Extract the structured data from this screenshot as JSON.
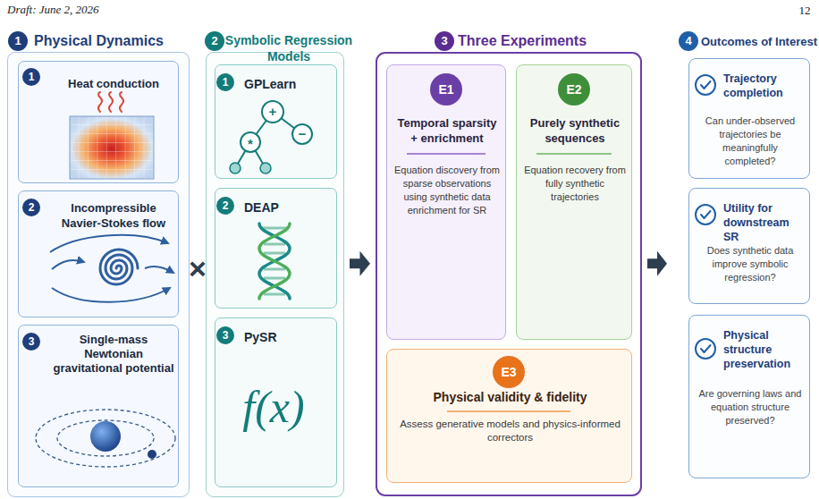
{
  "diagram": {
    "nodes": [
      {
        "text": [
          "Physical Dynamics"
        ]
      },
      {
        "text": [
          "Heat conduction"
        ],
        "in": 0
      },
      {
        "text": [
          "Incompressible Navier-Stokes flow"
        ],
        "in": 0
      },
      {
        "text": [
          "Single-mass Newtonian gravitational potential"
        ],
        "in": 0
      },
      {
        "text": [
          "Symbolic Regression Models"
        ]
      },
      {
        "text": [
          "GPLearn"
        ],
        "in": 4
      },
      {
        "text": [
          "DEAP"
        ],
        "in": 4
      },
      {
        "text": [
          "PySR"
        ],
        "in": 4
      },
      {
        "text": [
          "Three Experiments"
        ]
      },
      {
        "text": [
          "Temporal sparsity + enrichment",
          "Equation discovery from sparse observations using synthetic data enrichment for SR"
        ],
        "in": 8
      },
      {
        "text": [
          "Purely synthetic sequences",
          "Equation recovery from fully synthetic trajectories"
        ],
        "in": 8
      },
      {
        "text": [
          "Physical validity & fidelity",
          "Assess generative models and physics-informed correctors"
        ],
        "in": 8
      },
      {
        "text": [
          "Outcomes of Interest"
        ]
      },
      {
        "text": [
          "Trajectory completion",
          "Can under-observed trajectories be meaningfully completed?"
        ],
        "in": 12
      },
      {
        "text": [
          "Utility for downstream SR",
          "Does synthetic data improve symbolic regression?"
        ],
        "in": 12
      },
      {
        "text": [
          "Physical structure preservation",
          "Are governing laws and equation structure preserved?"
        ],
        "in": 12
      }
    ],
    "edges": [
      {
        "from": 4,
        "to": 8,
        "arrow": "to"
      },
      {
        "from": 8,
        "to": 12,
        "arrow": "to"
      }
    ],
    "labels": [
      "Draft: June 2, 2026",
      "12",
      "1",
      "2",
      "3",
      "4",
      "1",
      "2",
      "3",
      "1",
      "2",
      "3",
      "×",
      "+",
      "*",
      "−",
      "f(x)",
      "E1",
      "E2",
      "E3"
    ]
  }
}
